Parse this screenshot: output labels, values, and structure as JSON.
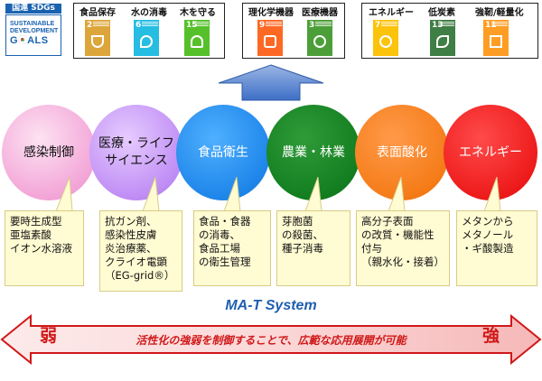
{
  "sdg": {
    "label": "国連 SDGs",
    "logo_line1": "SUSTAINABLE",
    "logo_line2": "DEVELOPMENT",
    "logo_goals_g": "G",
    "logo_goals_rest": "ALS",
    "groups": [
      {
        "labels": [
          "食品保存",
          "水の消毒",
          "木を守る"
        ],
        "tiles": [
          {
            "num": "2",
            "color": "#dda63a"
          },
          {
            "num": "6",
            "color": "#26bde2"
          },
          {
            "num": "15",
            "color": "#56c02b"
          }
        ]
      },
      {
        "labels": [
          "理化学機器",
          "医療機器"
        ],
        "tiles": [
          {
            "num": "9",
            "color": "#fd6925"
          },
          {
            "num": "3",
            "color": "#4c9f38"
          }
        ]
      },
      {
        "labels": [
          "エネルギー",
          "低炭素",
          "強靭/軽量化"
        ],
        "tiles": [
          {
            "num": "7",
            "color": "#fcc30b"
          },
          {
            "num": "13",
            "color": "#3f7e44"
          },
          {
            "num": "11",
            "color": "#fd9d24"
          }
        ]
      }
    ]
  },
  "circles": [
    {
      "lines": [
        "感染制御"
      ]
    },
    {
      "lines": [
        "医療・ライフ",
        "サイエンス"
      ]
    },
    {
      "lines": [
        "食品衛生"
      ]
    },
    {
      "lines": [
        "農業・林業"
      ]
    },
    {
      "lines": [
        "表面酸化"
      ]
    },
    {
      "lines": [
        "エネルギー"
      ]
    }
  ],
  "callouts": [
    {
      "lines": [
        "要時生成型",
        "亜塩素酸",
        "イオン水溶液"
      ]
    },
    {
      "lines": [
        "抗ガン剤、",
        "感染性皮膚",
        "炎治療薬、",
        "クライオ電顕",
        "（EG-grid®）"
      ]
    },
    {
      "lines": [
        "食品・食器",
        "の消毒、",
        "食品工場",
        "の衛生管理"
      ]
    },
    {
      "lines": [
        "芽胞菌",
        "の殺菌、",
        "種子消毒"
      ]
    },
    {
      "lines": [
        "高分子表面",
        "の改質・機能性",
        "付与",
        "（親水化・接着）"
      ]
    },
    {
      "lines": [
        "メタンから",
        "メタノール",
        "・ギ酸製造"
      ]
    }
  ],
  "system": {
    "title": "MA-T System",
    "weak": "弱",
    "strong": "強",
    "description": "活性化の強弱を制御することで、広範な応用展開が可能"
  },
  "colors": {
    "circle_pink": "#f3a6d8",
    "circle_purple": "#c08ef5",
    "circle_blue": "#1f86ea",
    "circle_green": "#137f21",
    "circle_orange": "#f57c18",
    "circle_red": "#ee1b1b",
    "callout_bg": "#fffbd2",
    "accent_red": "#d01818",
    "system_blue": "#1f5fb0"
  }
}
